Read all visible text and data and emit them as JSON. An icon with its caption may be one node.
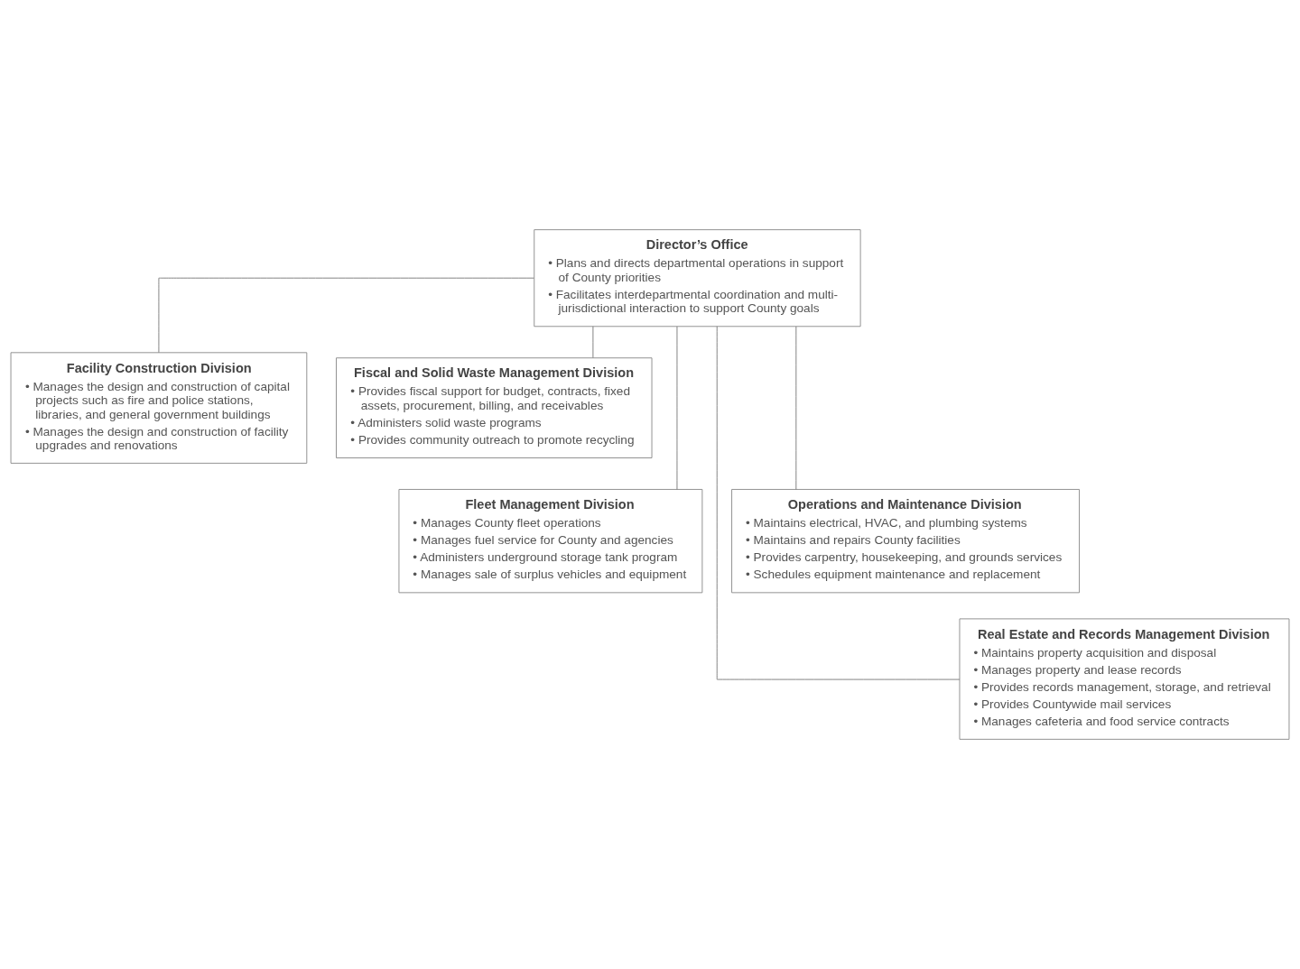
{
  "diagram": {
    "nodes": [
      {
        "text": [
          "Director’s Office",
          "• Plans and directs departmental operations in support of County priorities",
          "• Facilitates interdepartmental coordination and multi-jurisdictional interaction to support County goals"
        ]
      },
      {
        "text": [
          "Facility Construction Division",
          "• Manages the design and construction of capital projects such as fire and police stations, libraries, and general government buildings",
          "• Manages the design and construction of facility upgrades and renovations"
        ]
      },
      {
        "text": [
          "Fiscal and Solid Waste Management Division",
          "• Provides fiscal support for budget, contracts, fixed assets, procurement, billing, and receivables",
          "• Administers solid waste programs",
          "• Provides community outreach to promote recycling"
        ]
      },
      {
        "text": [
          "Fleet Management Division",
          "• Manages County fleet operations",
          "• Manages fuel service for County and agencies",
          "• Administers underground storage tank program",
          "• Manages sale of surplus vehicles and equipment"
        ]
      },
      {
        "text": [
          "Operations and Maintenance Division",
          "• Maintains electrical, HVAC, and plumbing systems",
          "• Maintains and repairs County facilities",
          "• Provides carpentry, housekeeping, and grounds services",
          "• Schedules equipment maintenance and replacement"
        ]
      },
      {
        "text": [
          "Real Estate and Records Management Division",
          "• Maintains property acquisition and disposal",
          "• Manages property and lease records",
          "• Provides records management, storage, and retrieval",
          "• Provides Countywide mail services",
          "• Manages cafeteria and food service contracts"
        ]
      }
    ],
    "edges": [
      {
        "from": 0,
        "to": 1,
        "arrow": "none"
      },
      {
        "from": 0,
        "to": 2,
        "arrow": "none"
      },
      {
        "from": 0,
        "to": 3,
        "arrow": "none"
      },
      {
        "from": 0,
        "to": 4,
        "arrow": "none"
      },
      {
        "from": 0,
        "to": 5,
        "arrow": "none"
      }
    ]
  }
}
